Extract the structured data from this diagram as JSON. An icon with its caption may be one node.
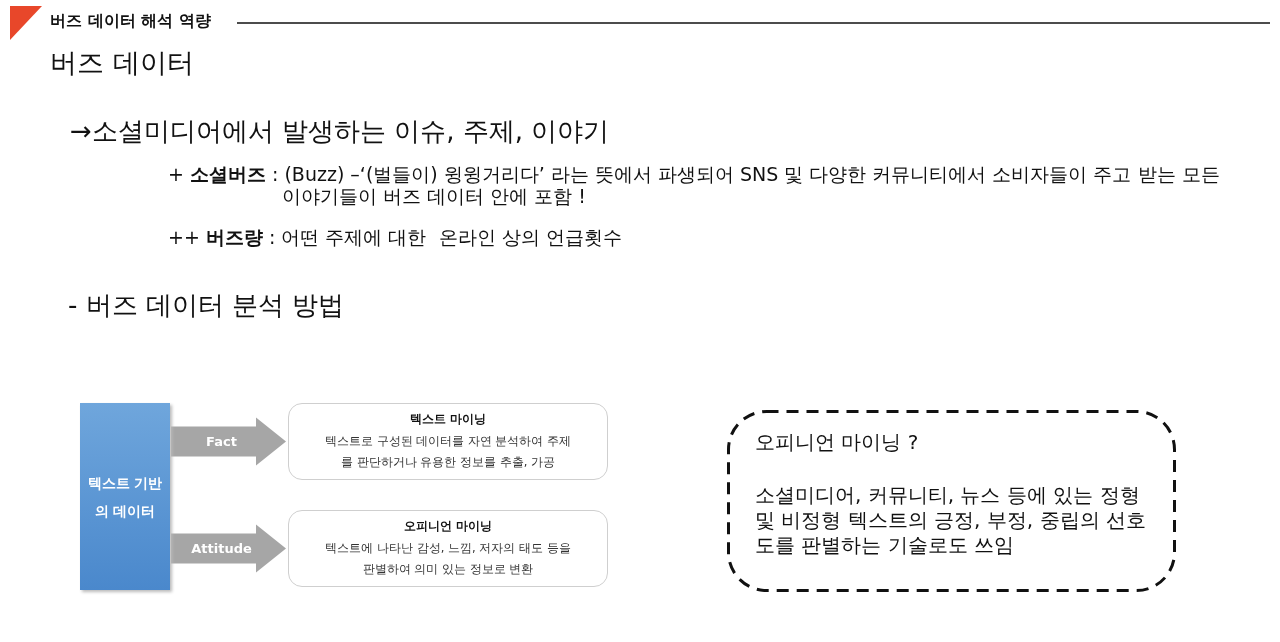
{
  "diagram": {
    "title": "버즈 데이터 해석 역량",
    "nodes": [
      {
        "text": [
          "텍스트 기반의 데이터"
        ]
      },
      {
        "text": [
          "텍스트 마이닝",
          "텍스트로 구성된 데이터를 자연 분석하여 주제를 판단하거나 유용한 정보를 추출, 가공"
        ]
      },
      {
        "text": [
          "오피니언 마이닝",
          "텍스트에 나타난 감성, 느낌, 저자의 태도 등을 판별하여 의미 있는 정보로 변환"
        ]
      },
      {
        "text": [
          "오피니언 마이닝 ?",
          "소셜미디어, 커뮤니티, 뉴스 등에 있는 정형 및 비정형 텍스트의 긍정, 부정, 중립의 선호도를 판별하는 기술로도 쓰임"
        ]
      }
    ],
    "edges": [
      {
        "from": 0,
        "to": 1,
        "arrow": "to",
        "label": "Fact",
        "style": "thick"
      },
      {
        "from": 0,
        "to": 2,
        "arrow": "to",
        "label": "Attitude",
        "style": "thick"
      }
    ],
    "labels": [
      "버즈 데이터",
      "→소셜미디어에서 발생하는 이슈, 주제, 이야기",
      "+ **소셜버즈** : (Buzz) –‘(벌들이) 윙윙거리다’ 라는 뜻에서 파생되어 SNS 및 다양한 커뮤니티에서 소비자들이 주고 받는 모든 이야기들이 버즈 데이터 안에 포함 !",
      "++ **버즈량** : 어떤 주제에 대한  온라인 상의 언급횟수",
      "- 버즈 데이터 분석 방법"
    ]
  }
}
